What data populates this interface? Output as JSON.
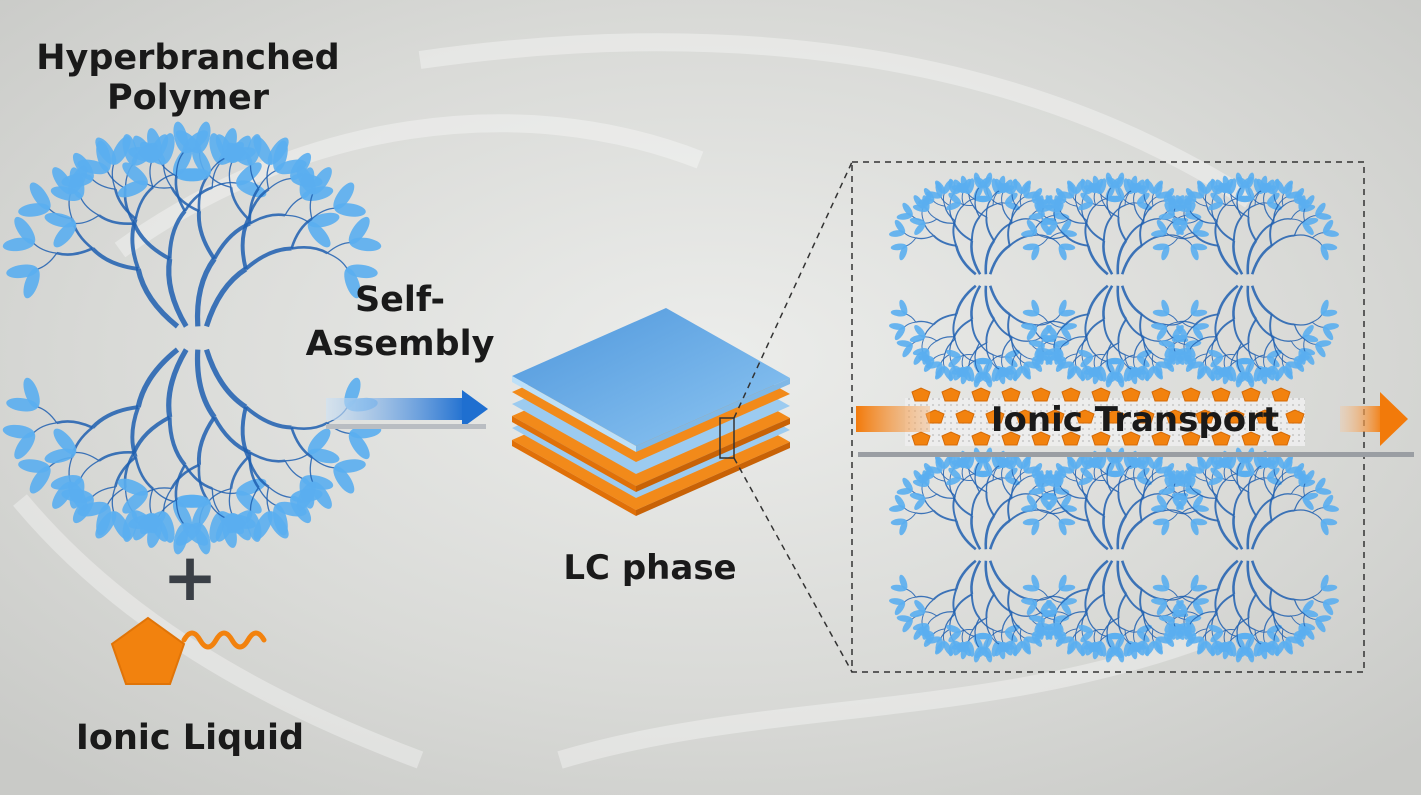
{
  "labels": {
    "polymer_line1": "Hyperbranched",
    "polymer_line2": "Polymer",
    "plus": "+",
    "ionic_liquid": "Ionic Liquid",
    "self_assembly_line1": "Self-",
    "self_assembly_line2": "Assembly",
    "lc_phase": "LC phase",
    "ionic_transport": "Ionic Transport"
  },
  "colors": {
    "blue_dark": "#1f5fb0",
    "blue_light": "#5aaef0",
    "orange": "#f2820e",
    "background": "#d3d4d1",
    "slab_blue": "#6aaee8"
  },
  "icons": {
    "polymer": "hyperbranched-polymer-icon",
    "ionic_liquid": "pentagon-with-tail-icon",
    "arrow": "right-arrow-icon",
    "layers": "lamellar-stack-icon"
  }
}
